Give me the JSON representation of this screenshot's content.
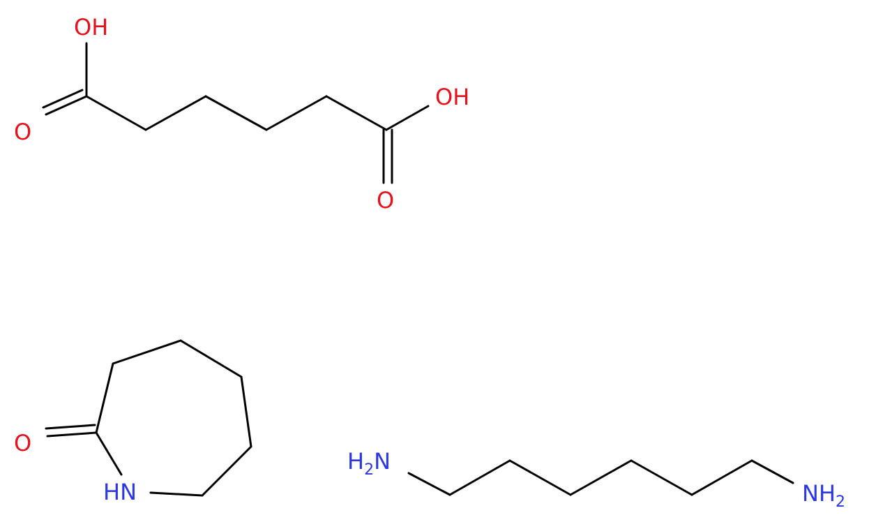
{
  "molecules": [
    {
      "id": "adipic-acid",
      "labels": {
        "oh_left": "OH",
        "o_left": "O",
        "oh_right": "OH",
        "o_right": "O"
      }
    },
    {
      "id": "caprolactam",
      "labels": {
        "o": "O",
        "nh": "HN"
      }
    },
    {
      "id": "hexamethylenediamine",
      "labels": {
        "h2n_left_h": "H",
        "h2n_left_sub": "2",
        "h2n_left_n": "N",
        "nh2_right_n": "NH",
        "nh2_right_sub": "2"
      }
    }
  ],
  "colors": {
    "oxygen": "#e8101c",
    "nitrogen": "#2a36e8",
    "bond": "#000000",
    "background": "#ffffff"
  }
}
